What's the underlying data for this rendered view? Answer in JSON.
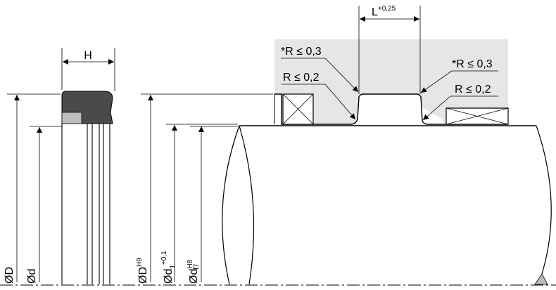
{
  "seal_width": {
    "symbol": "H"
  },
  "groove_length": {
    "symbol": "L",
    "tolerance": "+0,25"
  },
  "radii": {
    "upper_left": "*R ≤ 0,3",
    "upper_right": "*R ≤ 0,3",
    "lower_left": "R ≤ 0,2",
    "lower_right": "R ≤ 0,2"
  },
  "diameters": {
    "seal_outer": "ØD",
    "seal_inner": "Ød",
    "bore": {
      "base": "ØD",
      "tolerance": "H9"
    },
    "groove": {
      "base": "Ød",
      "sub": "1",
      "tolerance": "+0,1"
    },
    "rod": {
      "base": "Ød",
      "tol_top": "H8",
      "tol_bottom": "f7"
    }
  },
  "colors": {
    "seal_body": "#4a4a4a",
    "seal_insert": "#bdbdbd",
    "housing": "#e6e6e6",
    "line": "#000000"
  }
}
